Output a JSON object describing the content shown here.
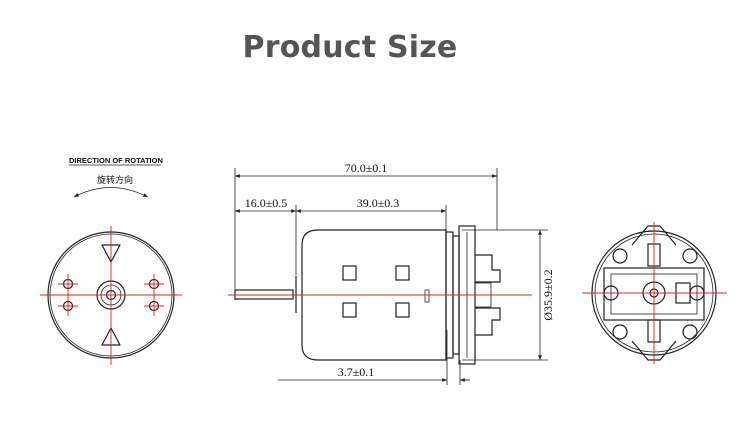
{
  "title": "Product Size",
  "rotation": {
    "label": "DIRECTION OF ROTATION",
    "chinese_label": "旋转方向"
  },
  "dimensions": {
    "total_length": "70.0±0.1",
    "shaft_length": "16.0±0.5",
    "body_length": "39.0±0.3",
    "flange": "3.7±0.1",
    "diameter": "Ø35.9±0.2"
  },
  "colors": {
    "lines": "#222222",
    "centerlines": "#e02020",
    "title": "#555555"
  }
}
